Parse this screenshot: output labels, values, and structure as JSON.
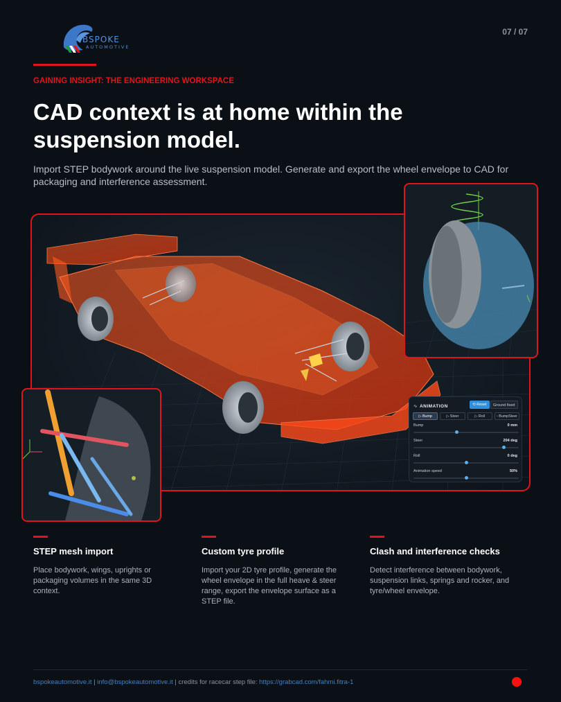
{
  "brand": {
    "name": "BSPOKE",
    "tagline": "AUTOMOTIVE"
  },
  "page_number": "07 / 07",
  "kicker": "GAINING INSIGHT: THE ENGINEERING WORKSPACE",
  "headline": "CAD context is at home within the suspension model.",
  "lead": "Import STEP bodywork around the live suspension model. Generate and export the wheel envelope to CAD for packaging and interference assessment.",
  "animation_panel": {
    "title": "ANIMATION",
    "reset_label": "Reset",
    "ground_label": "Ground fixed",
    "tabs": [
      {
        "label": "▷ Bump",
        "active": true
      },
      {
        "label": "▷ Steer",
        "active": false
      },
      {
        "label": "▷ Roll",
        "active": false
      },
      {
        "label": "▫ BumpSteer",
        "active": false
      }
    ],
    "controls": [
      {
        "label": "Bump",
        "value": "0 mm",
        "fraction": 0.41
      },
      {
        "label": "Steer",
        "value": "204 deg",
        "fraction": 0.86
      },
      {
        "label": "Roll",
        "value": "0 deg",
        "fraction": 0.5
      },
      {
        "label": "Animation speed",
        "value": "50%",
        "fraction": 0.5
      }
    ]
  },
  "features": [
    {
      "title": "STEP mesh import",
      "body": "Place bodywork, wings, uprights or packaging volumes in the same 3D context."
    },
    {
      "title": "Custom tyre profile",
      "body": "Import your 2D tyre profile, generate the wheel envelope in the full heave & steer range, export the envelope surface as a STEP file."
    },
    {
      "title": "Clash and interference checks",
      "body": "Detect interference between bodywork, suspension links, springs and rocker, and tyre/wheel envelope."
    }
  ],
  "footer": {
    "website": "bspokeautomotive.it",
    "separator": "|",
    "email": "info@bspokeautomotive.it",
    "credits_label": "| credits for racecar step file:",
    "credits_url": "https://grabcad.com/fahmi.fitra-1"
  },
  "colors": {
    "accent": "#e0151c",
    "background": "#0b1016",
    "panel_blue": "#2f8fd8",
    "car_orange": "#ff4a1a"
  }
}
